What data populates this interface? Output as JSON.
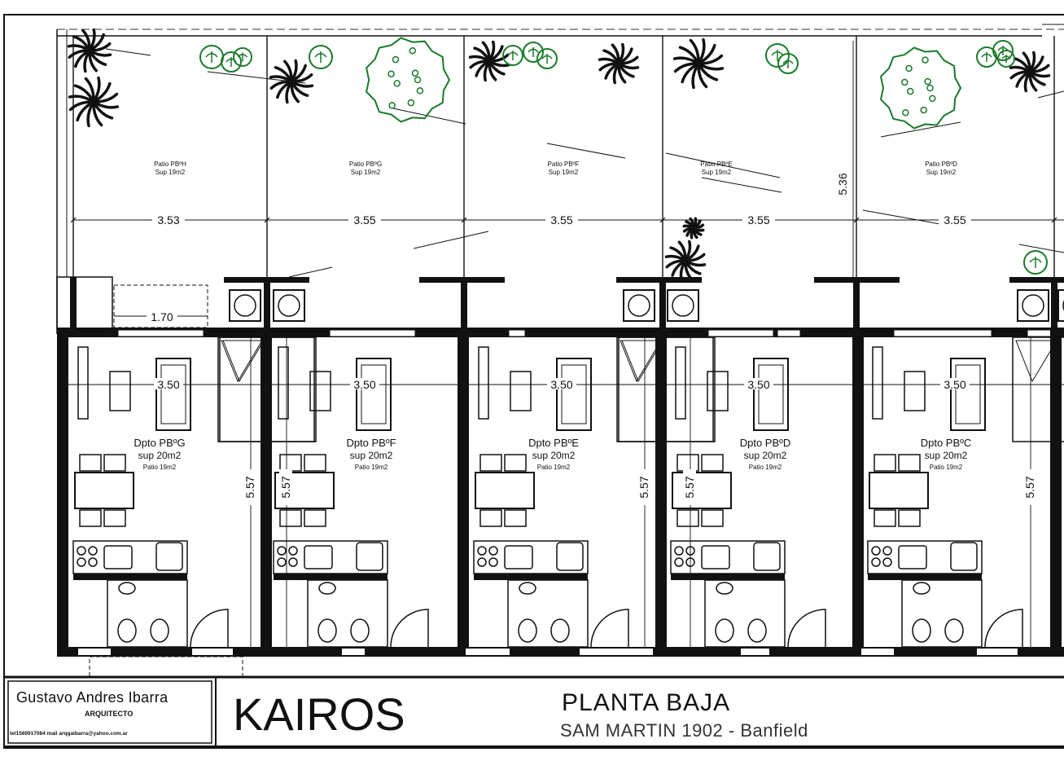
{
  "plan": {
    "patios": [
      {
        "name": "Patio PBºH",
        "area": "Sup 19m2"
      },
      {
        "name": "Patio PBºG",
        "area": "Sup 19m2"
      },
      {
        "name": "Patio PBºF",
        "area": "Sup 19m2"
      },
      {
        "name": "Patio PBºE",
        "area": "Sup 19m2"
      },
      {
        "name": "Patio PBºD",
        "area": "Sup 19m2"
      }
    ],
    "patio_widths": [
      "3.53",
      "3.55",
      "3.55",
      "3.55",
      "3.55"
    ],
    "patio_depth": "5.36",
    "entry_width": "1.70",
    "unit_widths": [
      "3.50",
      "3.50",
      "3.50",
      "3.50",
      "3.50"
    ],
    "unit_depths": [
      "5.57",
      "5.57",
      "5.57",
      "5.57",
      "5.57"
    ],
    "units": [
      {
        "name": "Dpto PBºG",
        "area": "sup 20m2",
        "patio": "Patio 19m2"
      },
      {
        "name": "Dpto PBºF",
        "area": "sup 20m2",
        "patio": "Patio 19m2"
      },
      {
        "name": "Dpto PBºE",
        "area": "sup 20m2",
        "patio": "Patio 19m2"
      },
      {
        "name": "Dpto PBºD",
        "area": "sup 20m2",
        "patio": "Patio 19m2"
      },
      {
        "name": "Dpto PBºC",
        "area": "sup 20m2",
        "patio": "Patio 19m2"
      }
    ],
    "colors": {
      "line": "#111111",
      "tree": "#1a7a2a"
    }
  },
  "titleblock": {
    "architect": "Gustavo Andres Ibarra",
    "role": "ARQUITECTO",
    "contact": "tel1569917084  mail  arqgaibarra@yahoo.com.ar",
    "project": "KAIROS",
    "sheet": "PLANTA BAJA",
    "address": "SAM MARTIN 1902 - Banfield"
  }
}
